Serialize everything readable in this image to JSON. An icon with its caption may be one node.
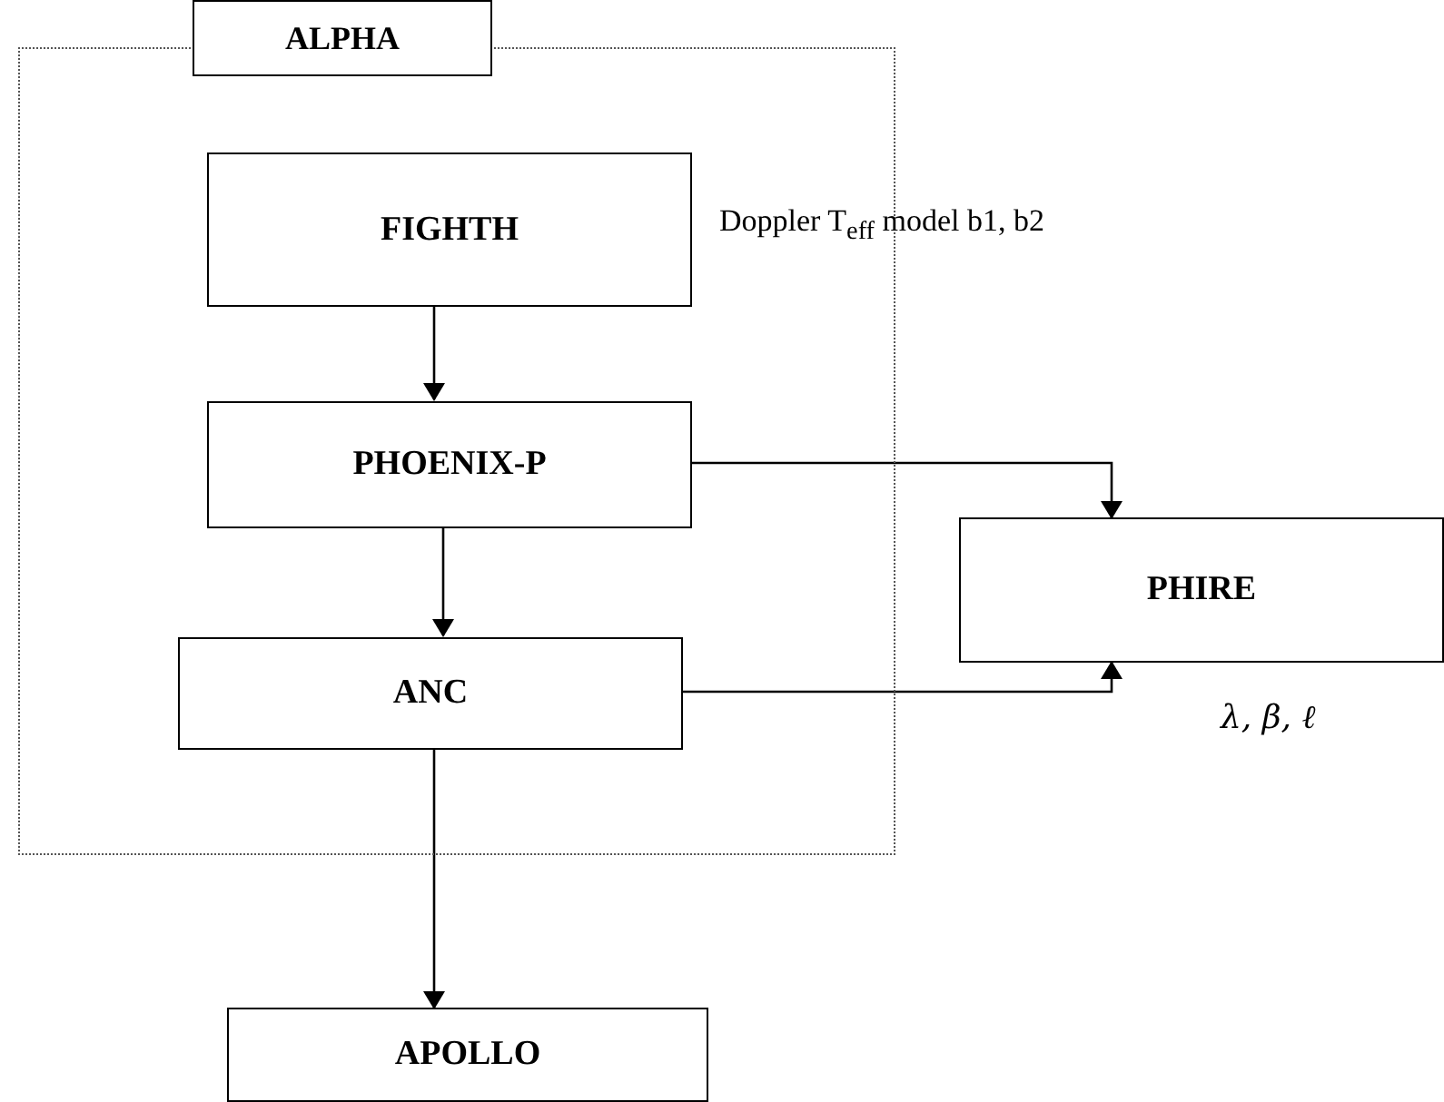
{
  "diagram": {
    "nodes": [
      {
        "text": [
          "ALPHA"
        ]
      },
      {
        "text": [
          "FIGHTH"
        ],
        "in": 0,
        "beside": [
          "Doppler T$_{eff}$ model b1, b2"
        ]
      },
      {
        "text": [
          "PHOENIX-P"
        ],
        "in": 0
      },
      {
        "text": [
          "ANC"
        ],
        "in": 0
      },
      {
        "text": [
          "PHIRE"
        ],
        "beside": [
          "λ,  β,  ℓ"
        ]
      },
      {
        "text": [
          "APOLLO"
        ]
      }
    ],
    "edges": [
      {
        "from": 1,
        "to": 2,
        "arrow": "to"
      },
      {
        "from": 2,
        "to": 3,
        "arrow": "to"
      },
      {
        "from": 2,
        "to": 4,
        "arrow": "to"
      },
      {
        "from": 3,
        "to": 4,
        "arrow": "to"
      },
      {
        "from": 3,
        "to": 5,
        "arrow": "to"
      }
    ]
  }
}
